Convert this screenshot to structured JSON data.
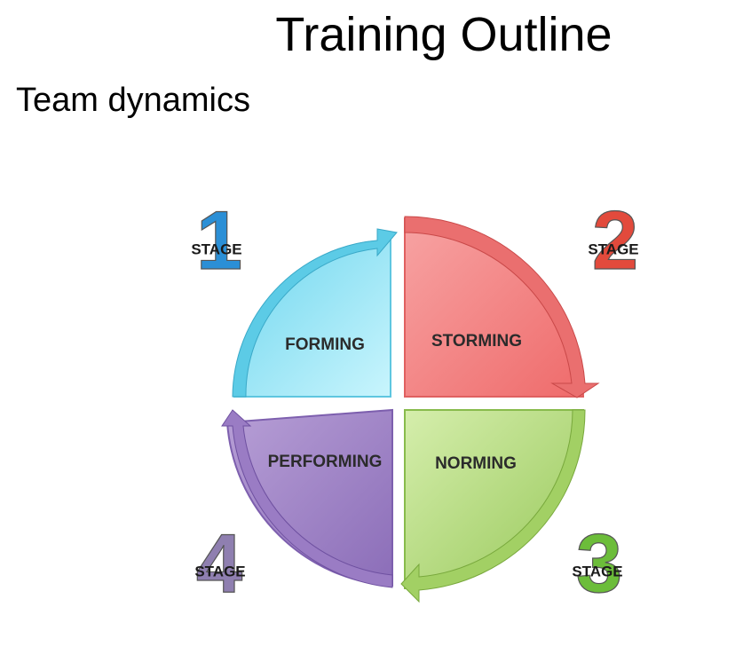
{
  "slide": {
    "title": "Training Outline",
    "subtitle": "Team dynamics"
  },
  "quadrants": [
    {
      "id": "forming",
      "label": "Forming",
      "stage_word": "Stage",
      "stage_number": "1",
      "color": "#8fe3f4",
      "arrow_color": "#4ec3e2",
      "number_color": "#2b8fd6"
    },
    {
      "id": "storming",
      "label": "Storming",
      "stage_word": "Stage",
      "stage_number": "2",
      "color": "#f59090",
      "arrow_color": "#e55a5a",
      "number_color": "#e24a3c"
    },
    {
      "id": "norming",
      "label": "Norming",
      "stage_word": "Stage",
      "stage_number": "3",
      "color": "#b8dc82",
      "arrow_color": "#8cc04c",
      "number_color": "#6cbd3a"
    },
    {
      "id": "performing",
      "label": "Performing",
      "stage_word": "Stage",
      "stage_number": "4",
      "color": "#a88cc8",
      "arrow_color": "#8a6ab4",
      "number_color": "#8f7fb0"
    }
  ]
}
